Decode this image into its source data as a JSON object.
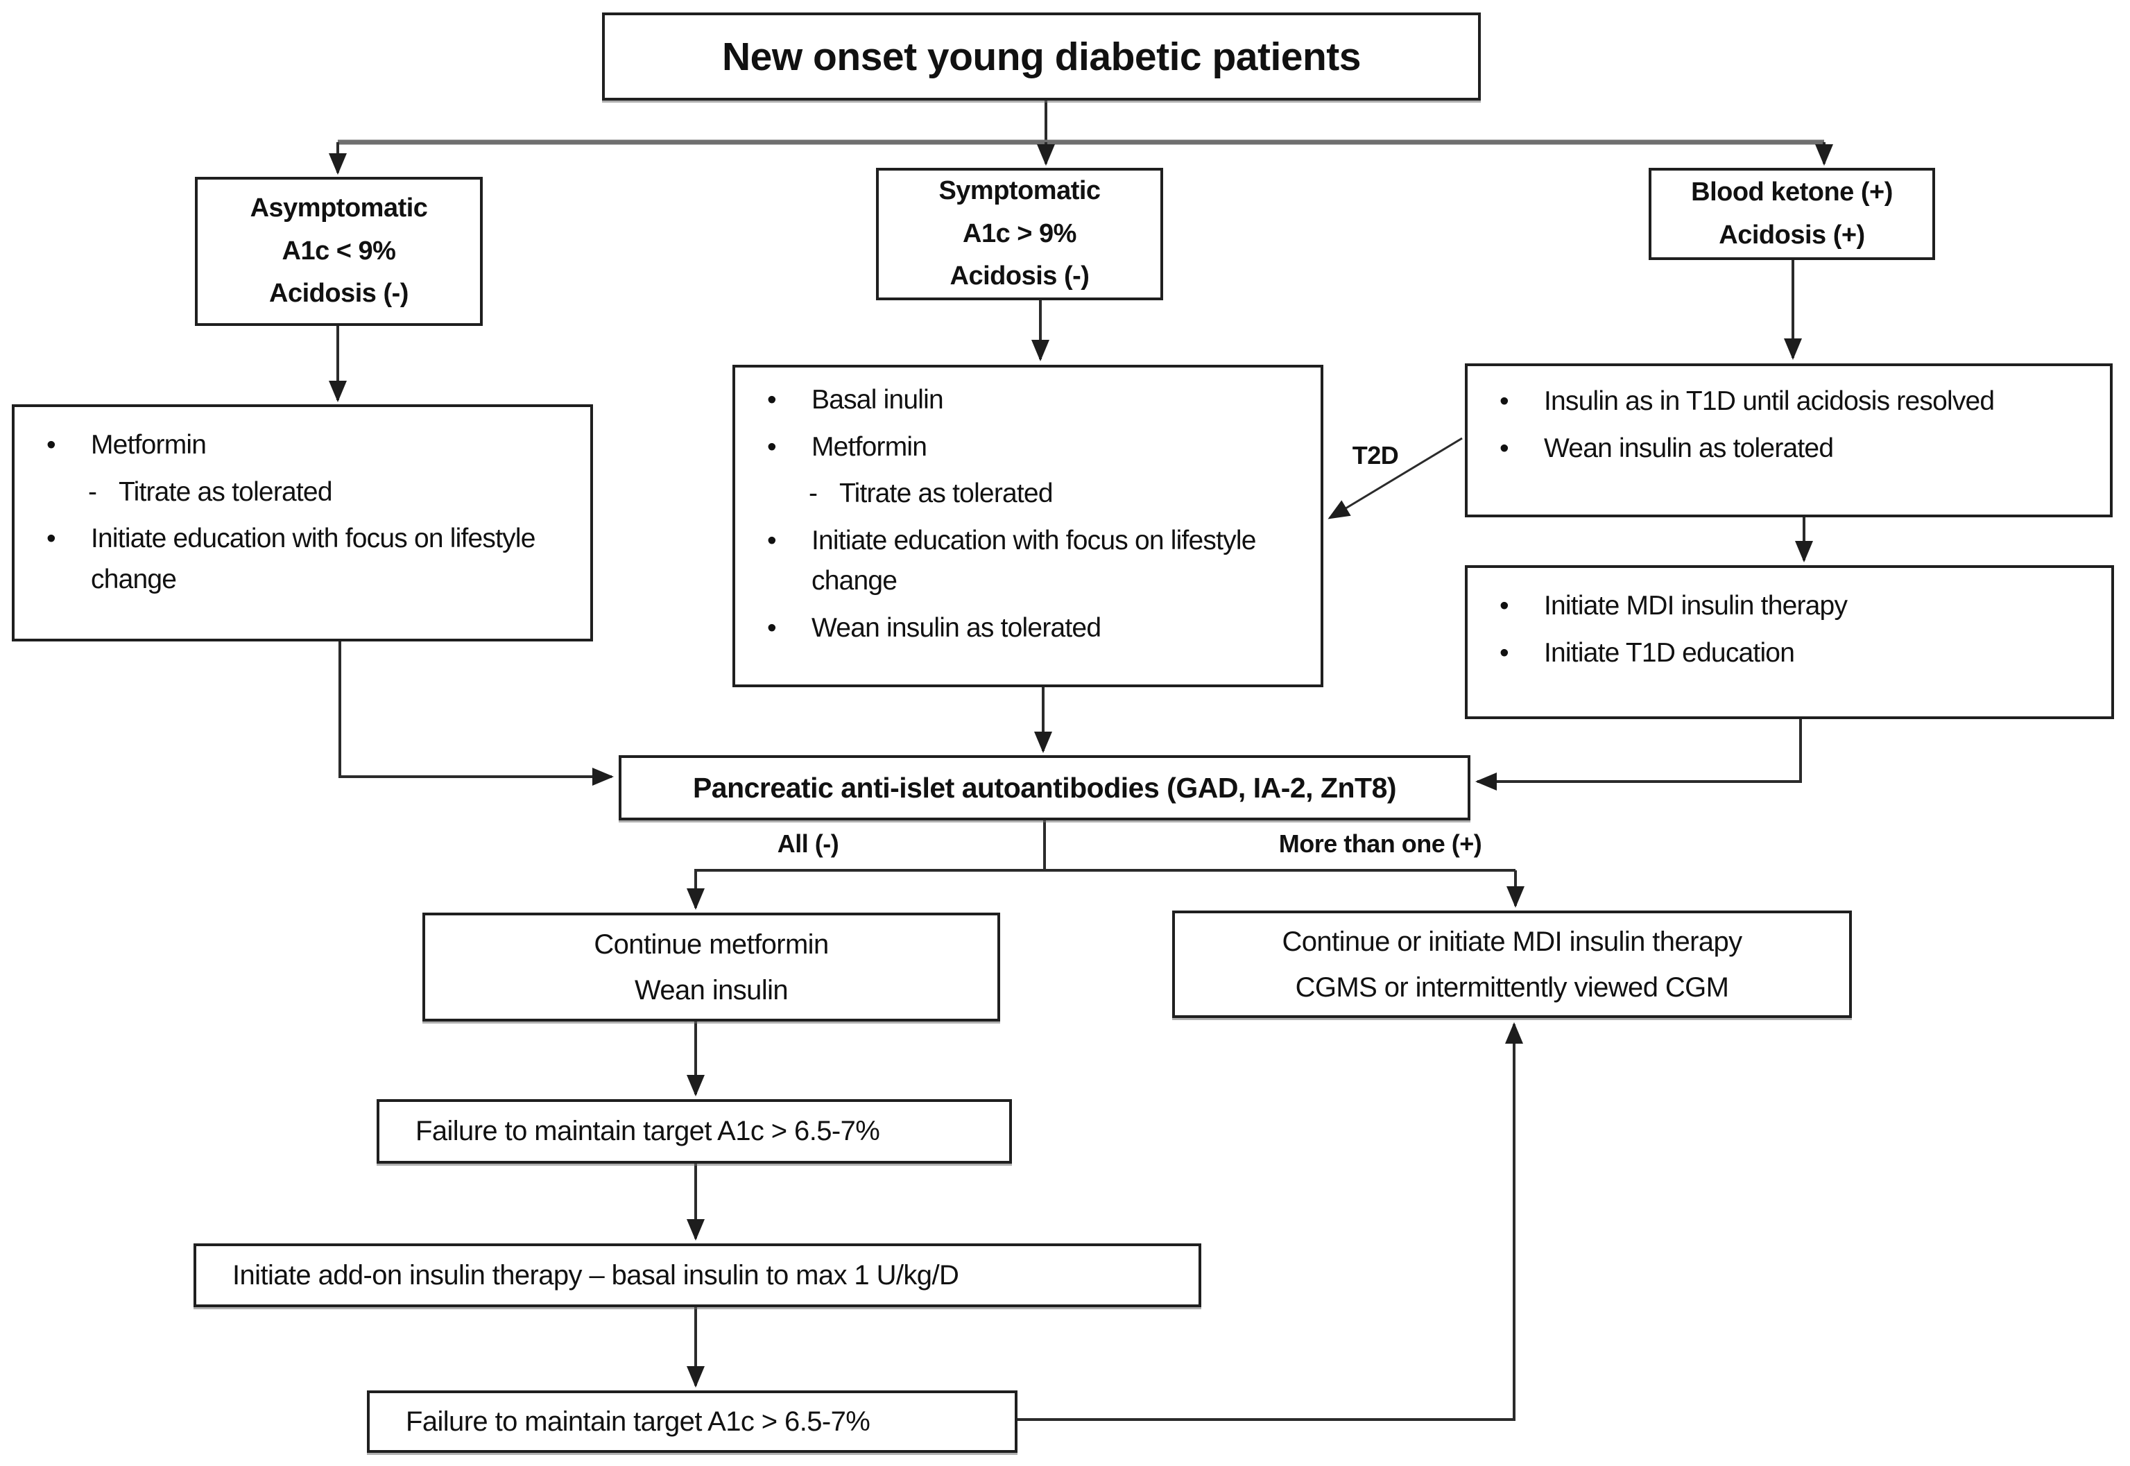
{
  "title_box": {
    "text": "New onset young diabetic patients"
  },
  "branches": {
    "asymptomatic": {
      "lines": [
        "Asymptomatic",
        "A1c < 9%",
        "Acidosis (-)"
      ]
    },
    "symptomatic": {
      "lines": [
        "Symptomatic",
        "A1c > 9%",
        "Acidosis (-)"
      ]
    },
    "blood_ketone": {
      "lines": [
        "Blood ketone (+)",
        "Acidosis (+)"
      ]
    }
  },
  "plans": {
    "metformin_plan": {
      "items": [
        {
          "marker": "•",
          "text": "Metformin"
        },
        {
          "marker": "-",
          "text": "Titrate as tolerated"
        },
        {
          "marker": "•",
          "text": "Initiate education with focus on lifestyle change"
        }
      ]
    },
    "basal_plan": {
      "items": [
        {
          "marker": "•",
          "text": "Basal inulin"
        },
        {
          "marker": "•",
          "text": "Metformin"
        },
        {
          "marker": "-",
          "text": "Titrate as tolerated"
        },
        {
          "marker": "•",
          "text": "Initiate education with focus on lifestyle change"
        },
        {
          "marker": "•",
          "text": "Wean insulin as tolerated"
        }
      ]
    },
    "t1d_plan": {
      "items": [
        {
          "marker": "•",
          "text": "Insulin as in T1D until acidosis resolved"
        },
        {
          "marker": "•",
          "text": "Wean insulin as tolerated"
        }
      ]
    },
    "mdi_plan": {
      "items": [
        {
          "marker": "•",
          "text": "Initiate MDI insulin therapy"
        },
        {
          "marker": "•",
          "text": "Initiate T1D education"
        }
      ]
    }
  },
  "autoantibody_box": {
    "text": "Pancreatic anti-islet autoantibodies (GAD, IA-2, ZnT8)"
  },
  "edge_labels": {
    "t2d": "T2D",
    "all_negative": "All (-)",
    "more_than_one_positive": "More than one (+)"
  },
  "outcomes": {
    "continue_metformin": {
      "lines": [
        "Continue metformin",
        "Wean insulin"
      ]
    },
    "mdi_cgm": {
      "lines": [
        "Continue or initiate MDI insulin therapy",
        "CGMS or intermittently viewed CGM"
      ]
    },
    "failure_1": {
      "text": "Failure to maintain target A1c > 6.5-7%"
    },
    "addon_insulin": {
      "text": "Initiate add-on insulin therapy – basal insulin to max 1 U/kg/D"
    },
    "failure_2": {
      "text": "Failure to maintain target A1c > 6.5-7%"
    }
  },
  "colors": {
    "line": "#2b2b2b",
    "tee_line": "#6f6f6f",
    "border": "#1f1f1f",
    "text": "#111111",
    "background": "#ffffff"
  }
}
